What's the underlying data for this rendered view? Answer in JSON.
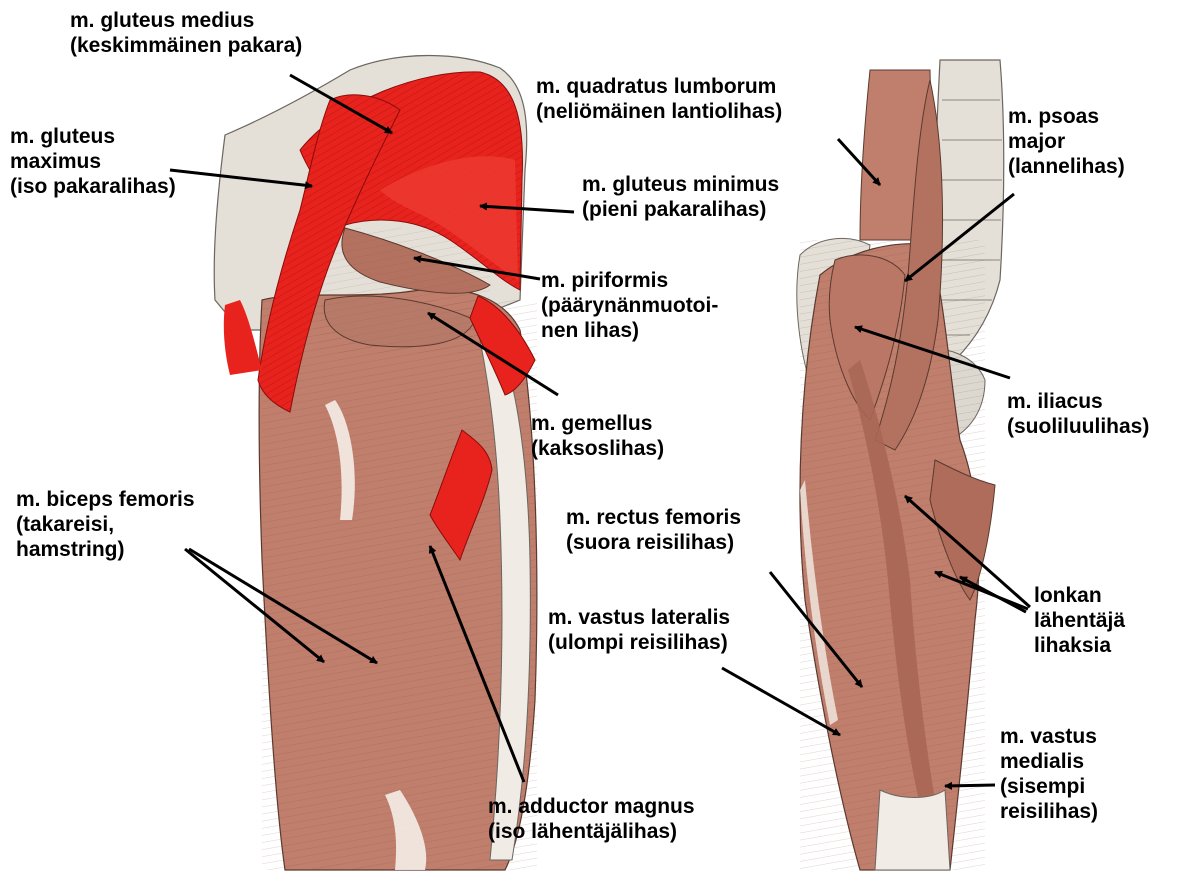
{
  "labels": {
    "gluteus_medius": [
      "m. gluteus medius",
      "(keskimmäinen pakara)"
    ],
    "gluteus_maximus": [
      "m. gluteus",
      "maximus",
      "(iso pakaralihas)"
    ],
    "quadratus_lumborum": [
      "m. quadratus lumborum",
      "(neliömäinen lantiolihas)"
    ],
    "gluteus_minimus": [
      "m. gluteus minimus",
      "(pieni pakaralihas)"
    ],
    "psoas_major": [
      "m. psoas",
      "major",
      "(lannelihas)"
    ],
    "piriformis": [
      "m. piriformis",
      "(päärynänmuotoi-",
      "nen lihas)"
    ],
    "iliacus": [
      "m. iliacus",
      "(suoliluulihas)"
    ],
    "gemellus": [
      "m. gemellus",
      "(kaksoslihas)"
    ],
    "biceps_femoris": [
      "m. biceps femoris",
      "(takareisi,",
      "hamstring)"
    ],
    "rectus_femoris": [
      "m. rectus femoris",
      "(suora reisilihas)"
    ],
    "vastus_lateralis": [
      "m. vastus lateralis",
      "(ulompi reisilihas)"
    ],
    "adductors": [
      "lonkan",
      "lähentäjä",
      "lihaksia"
    ],
    "vastus_medialis": [
      "m. vastus",
      "medialis",
      "(sisempi",
      "reisilihas)"
    ],
    "adductor_magnus": [
      "m. adductor magnus",
      "(iso lähentäjälihas)"
    ]
  },
  "colors": {
    "highlight": "#e8221c",
    "muscle": "#c07e6c",
    "muscle_dark": "#8a5446",
    "bone": "#e4e0d8",
    "tendon": "#f2ece6"
  }
}
